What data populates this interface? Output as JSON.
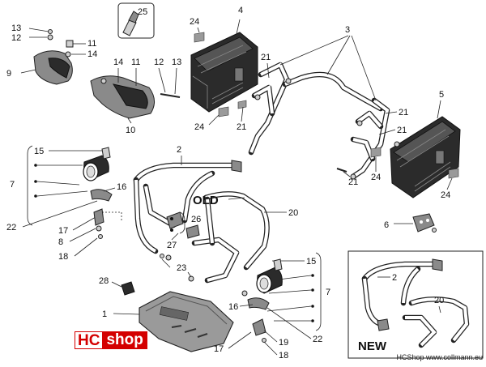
{
  "callouts": {
    "c1": "1",
    "c2": "2",
    "c2b": "2",
    "c3": "3",
    "c4": "4",
    "c5": "5",
    "c6": "6",
    "c7a": "7",
    "c7b": "7",
    "c8": "8",
    "c9": "9",
    "c10": "10",
    "c11a": "11",
    "c11b": "11",
    "c12a": "12",
    "c12b": "12",
    "c13a": "13",
    "c13b": "13",
    "c14a": "14",
    "c14b": "14",
    "c15a": "15",
    "c15b": "15",
    "c16a": "16",
    "c16b": "16",
    "c17a": "17",
    "c17b": "17",
    "c18a": "18",
    "c18b": "18",
    "c19": "19",
    "c20a": "20",
    "c20b": "20",
    "c21a": "21",
    "c21b": "21",
    "c21c": "21",
    "c21d": "21",
    "c22a": "22",
    "c22b": "22",
    "c23": "23",
    "c24a": "24",
    "c24b": "24",
    "c24c": "24",
    "c24d": "24",
    "c25": "25",
    "c26": "26",
    "c27": "27",
    "c28": "28"
  },
  "labels": {
    "old": "OLD",
    "new": "NEW"
  },
  "logo": {
    "hc": "HC",
    "shop": "shop"
  },
  "footer": "HCShop www.collmann.eu",
  "colors": {
    "logo_red": "#d40000",
    "line": "#222222"
  }
}
